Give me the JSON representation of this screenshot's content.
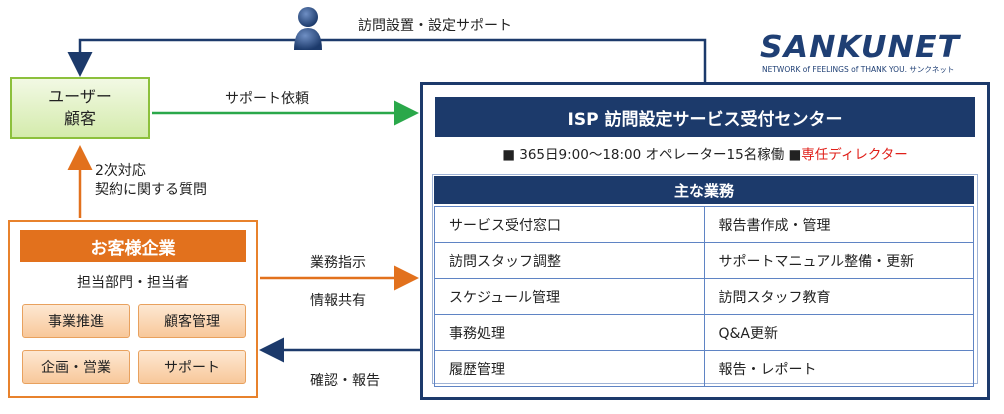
{
  "logo": {
    "name": "SANKUNET",
    "tagline": "NETWORK of FEELINGS of THANK YOU.  サンクネット"
  },
  "user_box": {
    "line1": "ユーザー",
    "line2": "顧客"
  },
  "arrows": {
    "top_label": "訪問設置・設定サポート",
    "support_request": "サポート依頼",
    "secondary_line1": "2次対応",
    "secondary_line2": "契約に関する質問",
    "instruction_line1": "業務指示",
    "instruction_line2": "情報共有",
    "confirm_report": "確認・報告"
  },
  "customer_company": {
    "title": "お客様企業",
    "subtitle": "担当部門・担当者",
    "departments": [
      "事業推進",
      "顧客管理",
      "企画・営業",
      "サポート"
    ]
  },
  "center": {
    "title": "ISP  訪問設定サービス受付センター",
    "info_prefix": "■ 365日9:00～18:00  オペレーター15名稼働  ■",
    "info_highlight": "専任ディレクター",
    "tasks_title": "主な業務",
    "tasks": [
      [
        "サービス受付窓口",
        "報告書作成・管理"
      ],
      [
        "訪問スタッフ調整",
        "サポートマニュアル整備・更新"
      ],
      [
        "スケジュール管理",
        "訪問スタッフ教育"
      ],
      [
        "事務処理",
        "Q&A更新"
      ],
      [
        "履歴管理",
        "報告・レポート"
      ]
    ]
  },
  "colors": {
    "navy": "#1c3a6b",
    "green": "#2aa84a",
    "orange": "#e2711d",
    "red": "#e0201a"
  }
}
